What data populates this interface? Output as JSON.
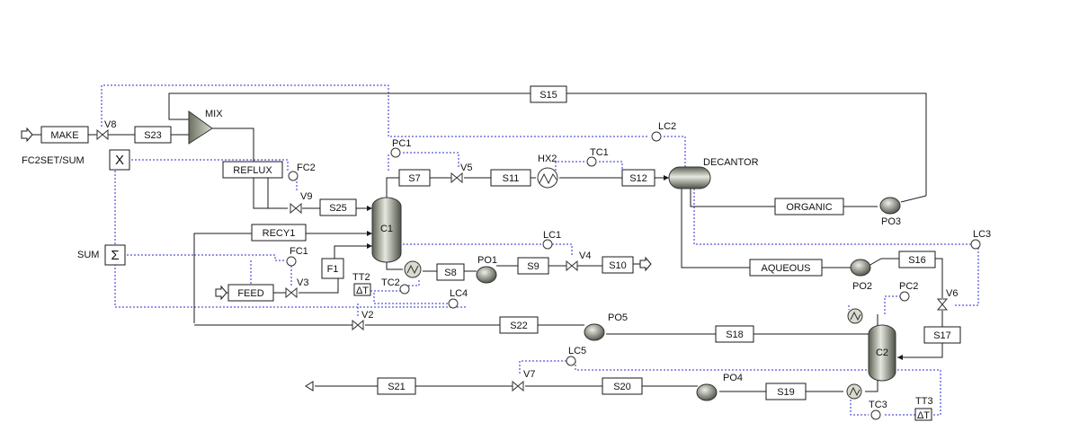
{
  "streams": {
    "make": "MAKE",
    "s23": "S23",
    "s15": "S15",
    "reflux": "REFLUX",
    "s25": "S25",
    "s7": "S7",
    "s11": "S11",
    "s12": "S12",
    "recy1": "RECY1",
    "f1": "F1",
    "feed": "FEED",
    "s8": "S8",
    "s9": "S9",
    "s10": "S10",
    "organic": "ORGANIC",
    "aqueous": "AQUEOUS",
    "s16": "S16",
    "s17": "S17",
    "s18": "S18",
    "s22": "S22",
    "s19": "S19",
    "s20": "S20",
    "s21": "S21"
  },
  "blocks": {
    "mix": "MIX",
    "c1": "C1",
    "c2": "C2",
    "decantor": "DECANTOR",
    "hx2": "HX2",
    "po1": "PO1",
    "po2": "PO2",
    "po3": "PO3",
    "po4": "PO4",
    "po5": "PO5",
    "tc2": "TC2",
    "tt2": "TT2",
    "tt3": "TT3",
    "fc2set": "FC2SET/SUM",
    "sum": "SUM",
    "x_symbol": "X",
    "sum_symbol": "Σ",
    "delta_t": "ΔT"
  },
  "controllers": {
    "pc1": "PC1",
    "pc2": "PC2",
    "tc1": "TC1",
    "tc3": "TC3",
    "lc1": "LC1",
    "lc2": "LC2",
    "lc3": "LC3",
    "lc4": "LC4",
    "lc5": "LC5",
    "fc1": "FC1",
    "fc2": "FC2"
  },
  "valves": {
    "v2": "V2",
    "v3": "V3",
    "v4": "V4",
    "v5": "V5",
    "v6": "V6",
    "v7": "V7",
    "v8": "V8",
    "v9": "V9"
  }
}
